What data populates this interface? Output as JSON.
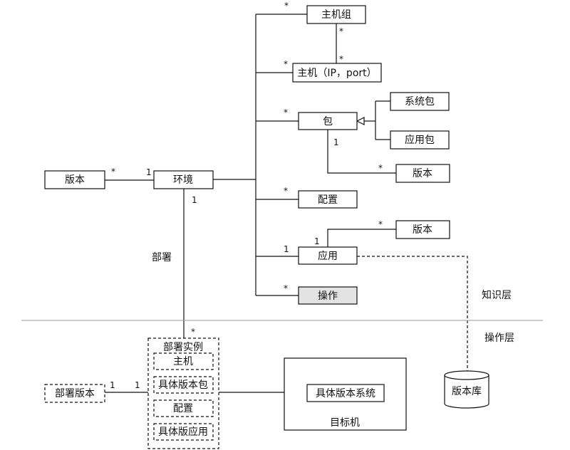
{
  "nodes": {
    "host_group": "主机组",
    "host": "主机（IP，port）",
    "package": "包",
    "system_package": "系统包",
    "app_package": "应用包",
    "package_version": "版本",
    "config": "配置",
    "application": "应用",
    "app_version": "版本",
    "operation": "操作",
    "version": "版本",
    "environment": "环境",
    "deploy_instance": "部署实例",
    "di_host": "主机",
    "di_package_version": "具体版本包",
    "di_config": "配置",
    "di_app": "具体版应用",
    "deploy_version": "部署版本",
    "target_machine": "目标机",
    "concrete_version_system": "具体版本系统",
    "version_repository": "版本库"
  },
  "labels": {
    "deploy": "部署",
    "knowledge_layer": "知识层",
    "operation_layer": "操作层"
  },
  "multiplicities": {
    "star": "*",
    "one": "1"
  }
}
